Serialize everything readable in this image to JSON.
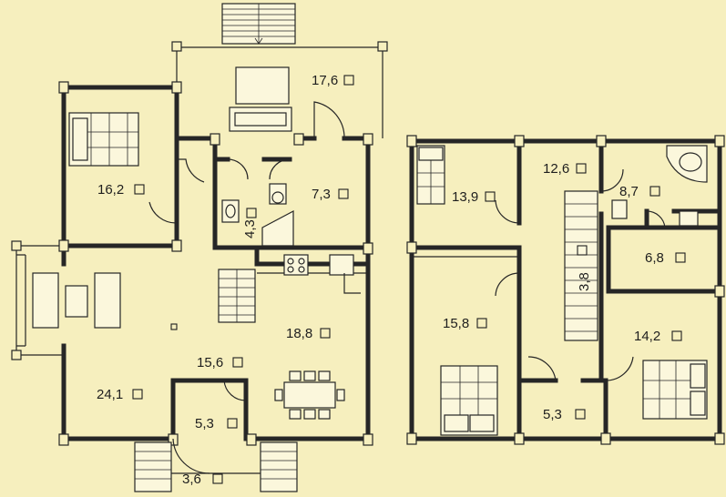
{
  "rooms": [
    {
      "id": "terrace",
      "area": "17,6"
    },
    {
      "id": "bedroom-ground",
      "area": "16,2"
    },
    {
      "id": "bath-ground",
      "area": "4,3"
    },
    {
      "id": "hall-ground",
      "area": "7,3"
    },
    {
      "id": "kitchen",
      "area": "18,8"
    },
    {
      "id": "corridor-ground",
      "area": "15,6"
    },
    {
      "id": "living-room",
      "area": "24,1"
    },
    {
      "id": "vestibule",
      "area": "5,3"
    },
    {
      "id": "porch",
      "area": "3,6"
    },
    {
      "id": "bedroom-upper-left",
      "area": "13,9"
    },
    {
      "id": "hall-upper",
      "area": "12,6"
    },
    {
      "id": "bath-upper",
      "area": "8,7"
    },
    {
      "id": "storage-upper",
      "area": "6,8"
    },
    {
      "id": "stair-hall-upper",
      "area": "3,8"
    },
    {
      "id": "bedroom-upper-mid",
      "area": "15,8"
    },
    {
      "id": "bedroom-upper-right",
      "area": "14,2"
    },
    {
      "id": "closet-upper",
      "area": "5,3"
    }
  ]
}
